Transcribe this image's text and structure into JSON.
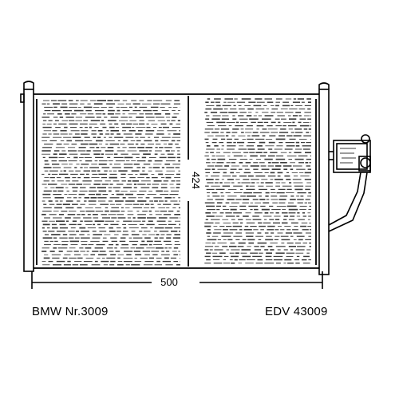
{
  "dimensions": {
    "width": "500",
    "height": "424"
  },
  "captions": {
    "left": "BMW Nr.3009",
    "right": "EDV 43009"
  },
  "colors": {
    "line": "#000000",
    "background": "#ffffff",
    "hatch": "#3a3a3a"
  }
}
